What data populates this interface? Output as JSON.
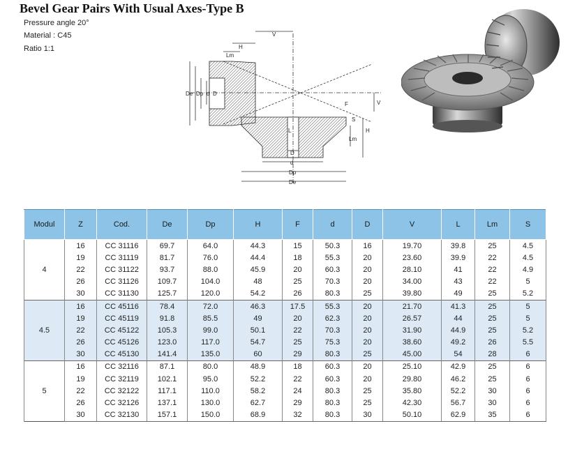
{
  "title": "Bevel Gear Pairs With Usual Axes-Type B",
  "specs": [
    "Pressure angle 20°",
    "Material : C45",
    "Ratio 1:1"
  ],
  "diagram_labels": {
    "V_top": "V",
    "H_top": "H",
    "Lm_top": "Lm",
    "De": "De",
    "Dp": "Dp",
    "d_left": "d",
    "D_left": "D",
    "F": "F",
    "S": "S",
    "V_right": "V",
    "H_right": "H",
    "Lm_right": "Lm",
    "L": "L",
    "D_bottom": "D",
    "d_bottom": "d",
    "Dp_bottom": "Dp",
    "De_bottom": "De"
  },
  "table": {
    "headers": [
      "Modul",
      "Z",
      "Cod.",
      "De",
      "Dp",
      "H",
      "F",
      "d",
      "D",
      "V",
      "L",
      "Lm",
      "S"
    ],
    "groups": [
      {
        "modul": "4",
        "rows": [
          [
            "16",
            "CC 31116",
            "69.7",
            "64.0",
            "44.3",
            "15",
            "50.3",
            "16",
            "19.70",
            "39.8",
            "25",
            "4.5"
          ],
          [
            "19",
            "CC 31119",
            "81.7",
            "76.0",
            "44.4",
            "18",
            "55.3",
            "20",
            "23.60",
            "39.9",
            "22",
            "4.5"
          ],
          [
            "22",
            "CC 31122",
            "93.7",
            "88.0",
            "45.9",
            "20",
            "60.3",
            "20",
            "28.10",
            "41",
            "22",
            "4.9"
          ],
          [
            "26",
            "CC 31126",
            "109.7",
            "104.0",
            "48",
            "25",
            "70.3",
            "20",
            "34.00",
            "43",
            "22",
            "5"
          ],
          [
            "30",
            "CC 31130",
            "125.7",
            "120.0",
            "54.2",
            "26",
            "80.3",
            "25",
            "39.80",
            "49",
            "25",
            "5.2"
          ]
        ]
      },
      {
        "modul": "4.5",
        "rows": [
          [
            "16",
            "CC 45116",
            "78.4",
            "72.0",
            "46.3",
            "17.5",
            "55.3",
            "20",
            "21.70",
            "41.3",
            "25",
            "5"
          ],
          [
            "19",
            "CC 45119",
            "91.8",
            "85.5",
            "49",
            "20",
            "62.3",
            "20",
            "26.57",
            "44",
            "25",
            "5"
          ],
          [
            "22",
            "CC 45122",
            "105.3",
            "99.0",
            "50.1",
            "22",
            "70.3",
            "20",
            "31.90",
            "44.9",
            "25",
            "5.2"
          ],
          [
            "26",
            "CC 45126",
            "123.0",
            "117.0",
            "54.7",
            "25",
            "75.3",
            "20",
            "38.60",
            "49.2",
            "26",
            "5.5"
          ],
          [
            "30",
            "CC 45130",
            "141.4",
            "135.0",
            "60",
            "29",
            "80.3",
            "25",
            "45.00",
            "54",
            "28",
            "6"
          ]
        ]
      },
      {
        "modul": "5",
        "rows": [
          [
            "16",
            "CC 32116",
            "87.1",
            "80.0",
            "48.9",
            "18",
            "60.3",
            "20",
            "25.10",
            "42.9",
            "25",
            "6"
          ],
          [
            "19",
            "CC 32119",
            "102.1",
            "95.0",
            "52.2",
            "22",
            "60.3",
            "20",
            "29.80",
            "46.2",
            "25",
            "6"
          ],
          [
            "22",
            "CC 32122",
            "117.1",
            "110.0",
            "58.2",
            "24",
            "80.3",
            "25",
            "35.80",
            "52.2",
            "30",
            "6"
          ],
          [
            "26",
            "CC 32126",
            "137.1",
            "130.0",
            "62.7",
            "29",
            "80.3",
            "25",
            "42.30",
            "56.7",
            "30",
            "6"
          ],
          [
            "30",
            "CC 32130",
            "157.1",
            "150.0",
            "68.9",
            "32",
            "80.3",
            "30",
            "50.10",
            "62.9",
            "35",
            "6"
          ]
        ]
      }
    ]
  }
}
